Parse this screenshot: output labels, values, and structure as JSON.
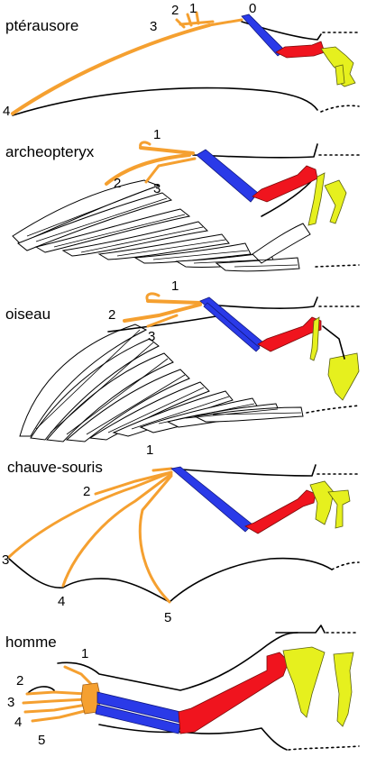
{
  "colors": {
    "digits": "#f5a030",
    "forearm": "#2a3ae8",
    "humerus": "#f0141e",
    "shoulder": "#e6f01e"
  },
  "panels": [
    {
      "title": "ptérausore",
      "labels": [
        "3",
        "2",
        "1",
        "0",
        "4"
      ]
    },
    {
      "title": "archeopteryx",
      "labels": [
        "1",
        "2",
        "3"
      ]
    },
    {
      "title": "oiseau",
      "labels": [
        "1",
        "2",
        "3"
      ]
    },
    {
      "title": "chauve-souris",
      "labels": [
        "1",
        "2",
        "3",
        "4",
        "5"
      ]
    },
    {
      "title": "homme",
      "labels": [
        "1",
        "2",
        "3",
        "4",
        "5"
      ]
    }
  ]
}
